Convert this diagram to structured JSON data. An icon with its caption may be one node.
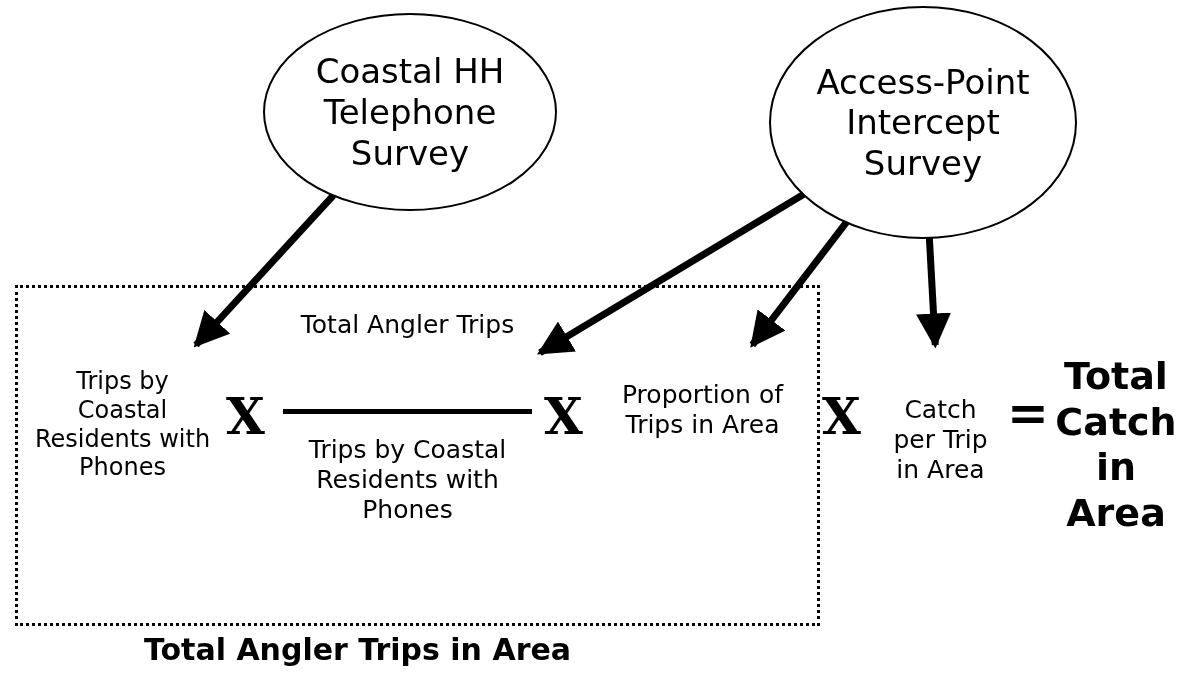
{
  "diagram": {
    "nodes": [
      {
        "text": [
          "Coastal HH Telephone Survey"
        ]
      },
      {
        "text": [
          "Access-Point Intercept Survey"
        ]
      },
      {
        "text": [
          "Total Angler Trips in Area"
        ]
      },
      {
        "text": [
          "Trips by Coastal Residents with Phones"
        ],
        "in": 2
      },
      {
        "text": [
          "Total Angler Trips",
          "Trips by Coastal Residents with Phones"
        ],
        "in": 2
      },
      {
        "text": [
          "Proportion of Trips in Area"
        ],
        "in": 2
      },
      {
        "text": [
          "Catch per Trip in Area"
        ]
      },
      {
        "text": [
          "Total Catch in Area"
        ]
      }
    ],
    "edges": [
      {
        "from": 0,
        "to": 3,
        "arrow": "to"
      },
      {
        "from": 1,
        "to": 4,
        "arrow": "to"
      },
      {
        "from": 1,
        "to": 5,
        "arrow": "to"
      },
      {
        "from": 1,
        "to": 6,
        "arrow": "to"
      }
    ],
    "labels": [
      "X",
      "X",
      "X",
      "="
    ]
  }
}
